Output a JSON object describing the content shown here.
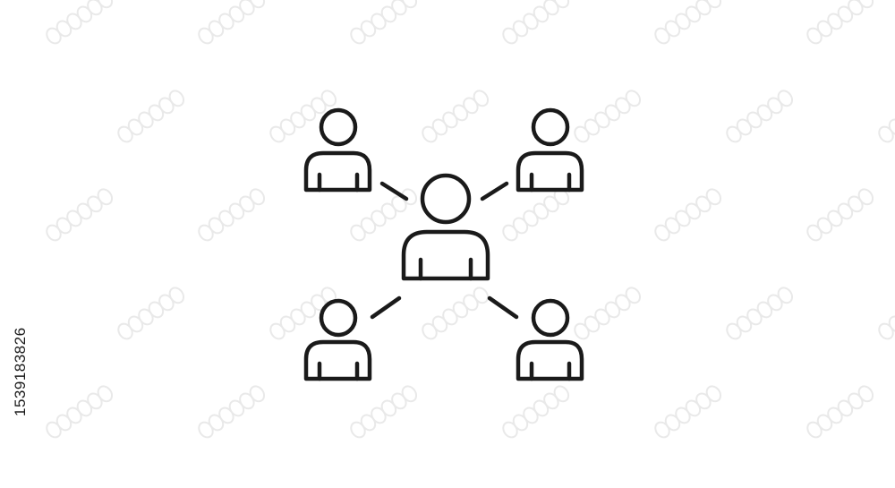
{
  "stock_id": "1539183826",
  "icon": {
    "name": "people-network-icon",
    "stroke_color": "#1a1a1a",
    "people": [
      "center-person",
      "top-left-person",
      "top-right-person",
      "bottom-left-person",
      "bottom-right-person"
    ]
  },
  "watermark": {
    "color": "#e9e9e9"
  }
}
